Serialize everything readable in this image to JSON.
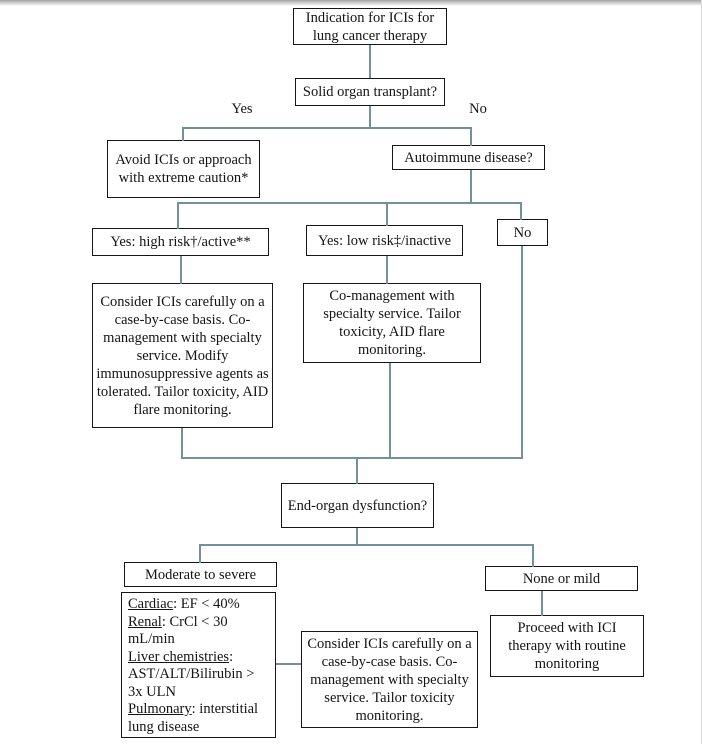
{
  "theme": {
    "connector_color": "#72909e",
    "box_border_color": "#161616",
    "background_color": "#ffffff",
    "text_color": "#141414"
  },
  "labels": {
    "yes": "Yes",
    "no": "No"
  },
  "nodes": {
    "indication": {
      "text": "Indication for ICIs for lung cancer therapy"
    },
    "transplant": {
      "text": "Solid organ transplant?"
    },
    "avoid": {
      "text": "Avoid ICIs or approach with extreme caution*"
    },
    "autoimmune": {
      "text": "Autoimmune disease?"
    },
    "high_risk": {
      "text": "Yes: high risk†/active**"
    },
    "low_risk": {
      "text": "Yes: low risk‡/inactive"
    },
    "no_box": {
      "text": "No"
    },
    "consider_left": {
      "text": "Consider ICIs carefully on a case-by-case basis. Co-management with specialty service. Modify immunosuppressive agents as tolerated. Tailor toxicity, AID flare monitoring."
    },
    "comanagement": {
      "text": "Co-management with specialty service. Tailor toxicity, AID flare monitoring."
    },
    "end_organ": {
      "text": "End-organ dysfunction?"
    },
    "moderate": {
      "text": "Moderate to severe"
    },
    "criteria": {
      "rows": [
        {
          "label": "Cardiac",
          "rest": ": EF < 40%"
        },
        {
          "label": "Renal",
          "rest": ": CrCl < 30 mL/min"
        },
        {
          "label": "Liver chemistries",
          "rest": ":"
        },
        {
          "label": "",
          "rest": "AST/ALT/Bilirubin > 3x ULN"
        },
        {
          "label": "Pulmonary",
          "rest": ": interstitial lung disease"
        }
      ]
    },
    "consider_bottom": {
      "text": "Consider ICIs carefully on a case-by-case basis. Co-management with specialty service. Tailor toxicity monitoring."
    },
    "none_mild": {
      "text": "None or mild"
    },
    "proceed": {
      "text": "Proceed with ICI therapy with routine monitoring"
    }
  }
}
